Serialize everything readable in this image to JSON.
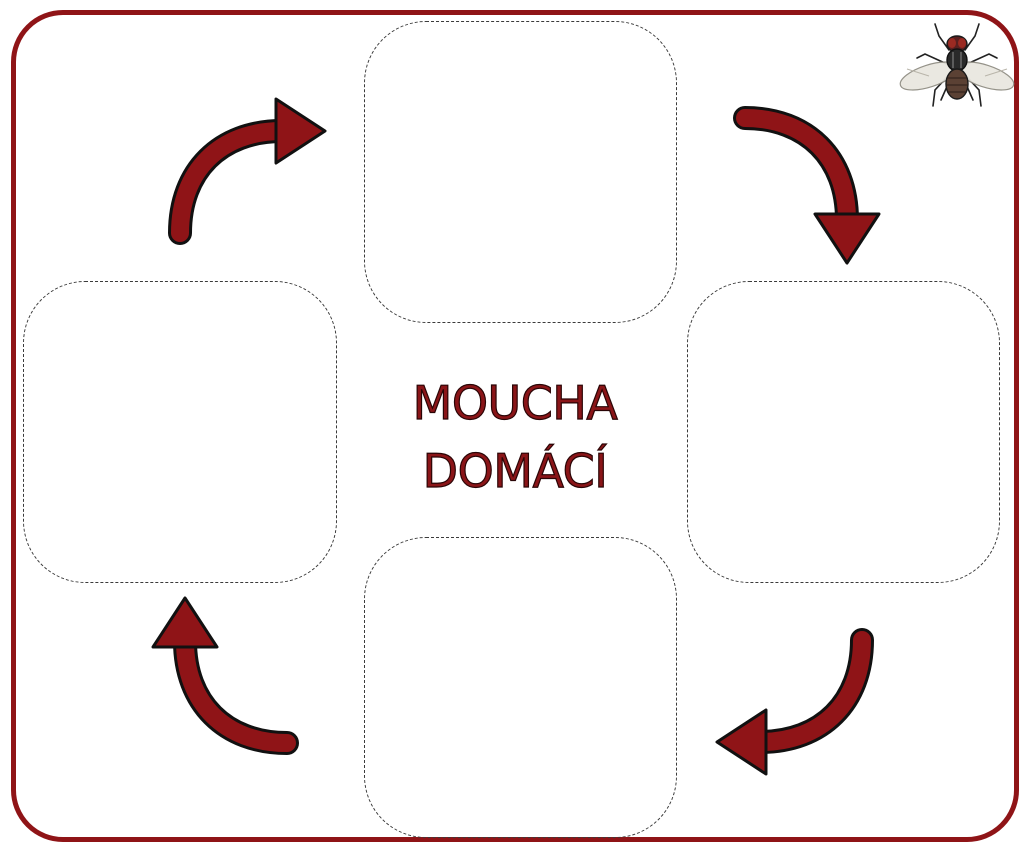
{
  "title": {
    "line1": "MOUCHA",
    "line2": "DOMÁCÍ"
  },
  "stages": [
    {
      "id": "top",
      "text": ""
    },
    {
      "id": "right",
      "text": ""
    },
    {
      "id": "bottom",
      "text": ""
    },
    {
      "id": "left",
      "text": ""
    }
  ],
  "colors": {
    "accent": "#8f1417",
    "outline": "#111111",
    "dashed": "#3b3b3b"
  },
  "icons": {
    "corner": "housefly-icon",
    "cycle": "curved-arrow-icon"
  }
}
